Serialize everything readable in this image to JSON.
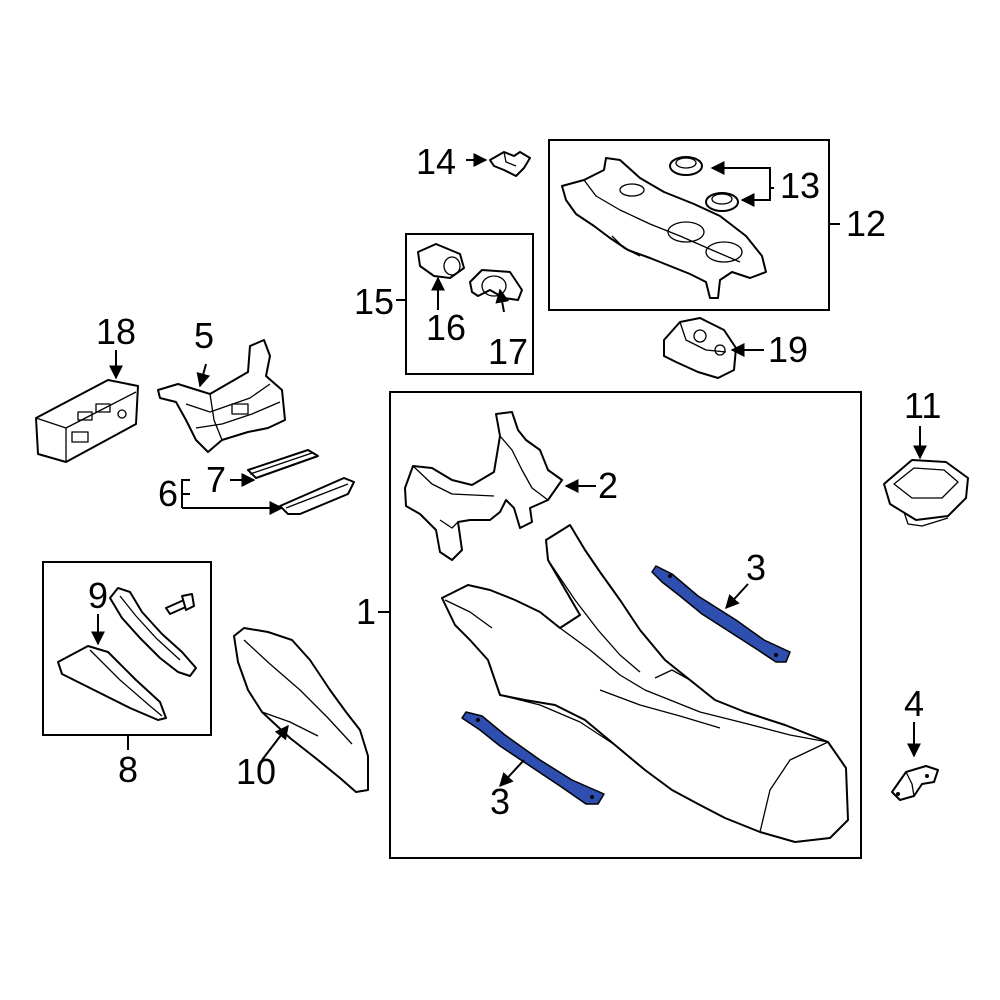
{
  "diagram": {
    "highlight_color": "#2f4fb0",
    "callouts": {
      "c1": "1",
      "c2": "2",
      "c3a": "3",
      "c3b": "3",
      "c4": "4",
      "c5": "5",
      "c6": "6",
      "c7": "7",
      "c8": "8",
      "c9": "9",
      "c10": "10",
      "c11": "11",
      "c12": "12",
      "c13": "13",
      "c14": "14",
      "c15": "15",
      "c16": "16",
      "c17": "17",
      "c18": "18",
      "c19": "19"
    }
  }
}
